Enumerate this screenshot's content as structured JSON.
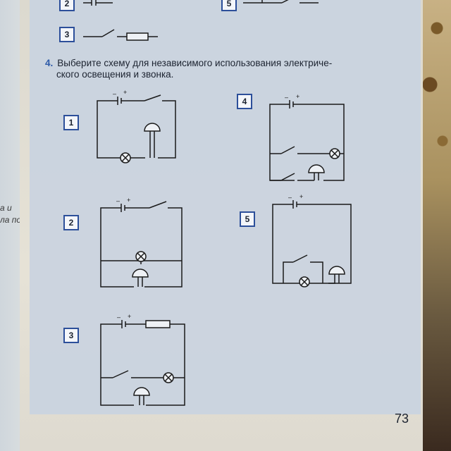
{
  "task": {
    "number": "4.",
    "text_line1": "Выберите схему для независимого использования электриче-",
    "text_line2": "ского освещения и звонка."
  },
  "options": [
    {
      "label": "1"
    },
    {
      "label": "2"
    },
    {
      "label": "3"
    },
    {
      "label": "4"
    },
    {
      "label": "5"
    }
  ],
  "previous_task": {
    "visible_labels": [
      "2",
      "5",
      "3"
    ]
  },
  "battery_signs": {
    "minus": "–",
    "plus": "+"
  },
  "left_page_snippets": [
    "а и",
    "ла по-"
  ],
  "page_number": "73",
  "colors": {
    "accent": "#2c4f9a",
    "shade": "#c9d3e0",
    "paper": "#e6e2d6"
  }
}
